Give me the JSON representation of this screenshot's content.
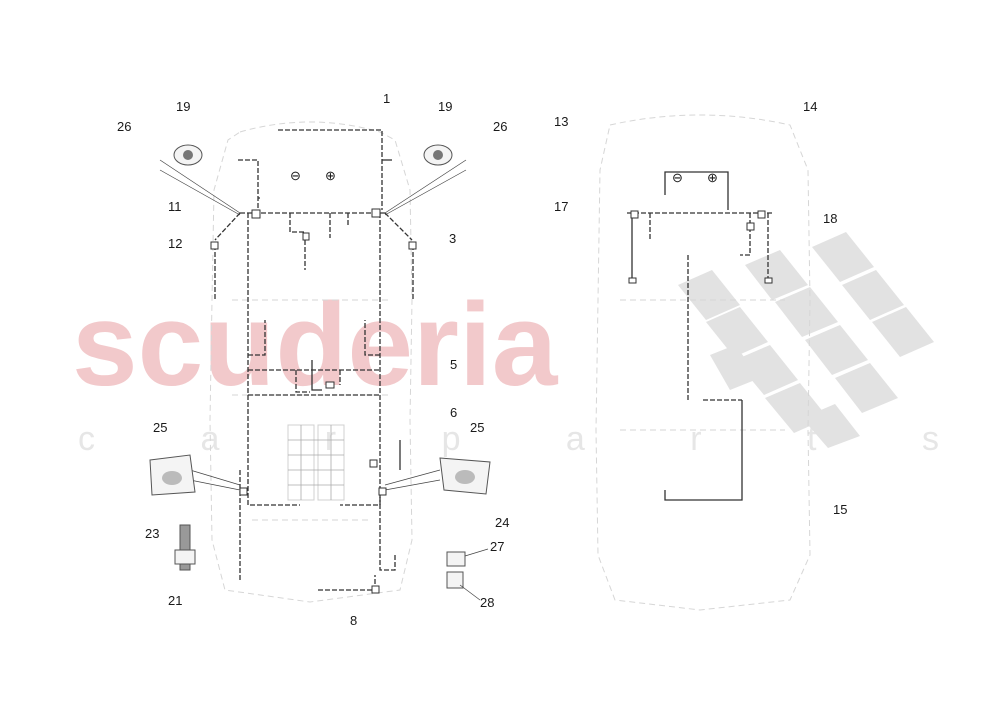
{
  "watermark": {
    "brand": "scuderia",
    "sub": "c a r p a r t s"
  },
  "battery": {
    "minus_symbol": "⊖",
    "plus_symbol": "⊕"
  },
  "callouts": {
    "c1": "1",
    "c3": "3",
    "c5": "5",
    "c6": "6",
    "c8": "8",
    "c11": "11",
    "c12": "12",
    "c13": "13",
    "c14": "14",
    "c15": "15",
    "c17": "17",
    "c18": "18",
    "c19_left": "19",
    "c19_right": "19",
    "c21": "21",
    "c23": "23",
    "c24": "24",
    "c25_left": "25",
    "c25_right": "25",
    "c26_left": "26",
    "c26_right": "26",
    "c27": "27",
    "c28": "28"
  },
  "colors": {
    "watermark_red": "#f2c9cb",
    "watermark_grey": "#e6e6e6",
    "wire": "#333333"
  }
}
